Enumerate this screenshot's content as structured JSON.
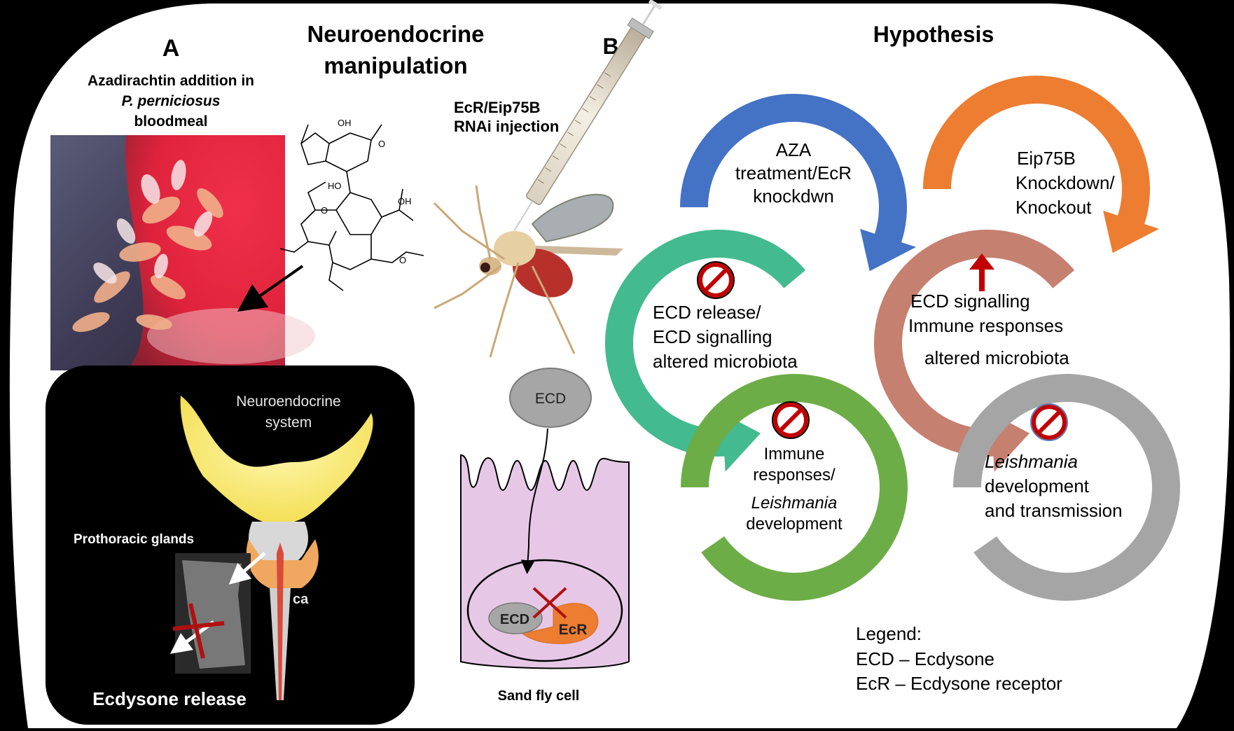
{
  "panel_a": {
    "label": "A",
    "caption_line1": "Azadirachtin addition in",
    "caption_line2": "P. perniciosus",
    "caption_line3": "bloodmeal",
    "photo_alt": "sand flies feeding on red bloodmeal"
  },
  "center_title": {
    "line1": "Neuroendocrine",
    "line2": "manipulation"
  },
  "panel_b": {
    "label": "B",
    "caption_line1": "EcR/Eip75B",
    "caption_line2": "RNAi injection"
  },
  "neuro_panel": {
    "system_line1": "Neuroendocrine",
    "system_line2": "system",
    "glands_label": "Prothoracic glands",
    "ca_label": "ca",
    "release_label": "Ecdysone release"
  },
  "cell_diagram": {
    "ligand_label": "ECD",
    "nucleus_ligand_label": "ECD",
    "receptor_label": "EcR",
    "caption": "Sand fly cell"
  },
  "hypothesis": {
    "title": "Hypothesis",
    "cycles": [
      {
        "id": "aza",
        "color": "#4472C4",
        "lines": [
          "AZA",
          "treatment/EcR",
          "knockdwn"
        ],
        "blocked": false
      },
      {
        "id": "ecd-release",
        "color": "#43BA8F",
        "lines": [
          "ECD release/",
          "ECD signalling",
          "altered microbiota"
        ],
        "blocked": true
      },
      {
        "id": "immune",
        "color": "#6DAD47",
        "lines": [
          "Immune",
          "responses/",
          "Leishmania",
          "development"
        ],
        "italic_line": 2,
        "blocked": true
      },
      {
        "id": "eip75b",
        "color": "#ED7D31",
        "lines": [
          "Eip75B",
          "Knockdown/",
          "Knockout"
        ],
        "blocked": false
      },
      {
        "id": "ecd-signalling",
        "color": "#C5806F",
        "lines": [
          "ECD signalling",
          "Immune responses",
          "altered microbiota"
        ],
        "increase": true
      },
      {
        "id": "leish",
        "color": "#A5A5A5",
        "lines": [
          "Leishmania",
          "development",
          "and transmission"
        ],
        "italic_line": 0,
        "blocked": true
      }
    ]
  },
  "legend": {
    "title": "Legend:",
    "items": [
      "ECD – Ecdysone",
      "EcR – Ecdysone receptor"
    ]
  },
  "colors": {
    "blocked_red": "#C00000",
    "cell_fill": "#E6C8E6",
    "receptor_orange": "#ED7D31",
    "ligand_gray": "#A6A6A6"
  }
}
